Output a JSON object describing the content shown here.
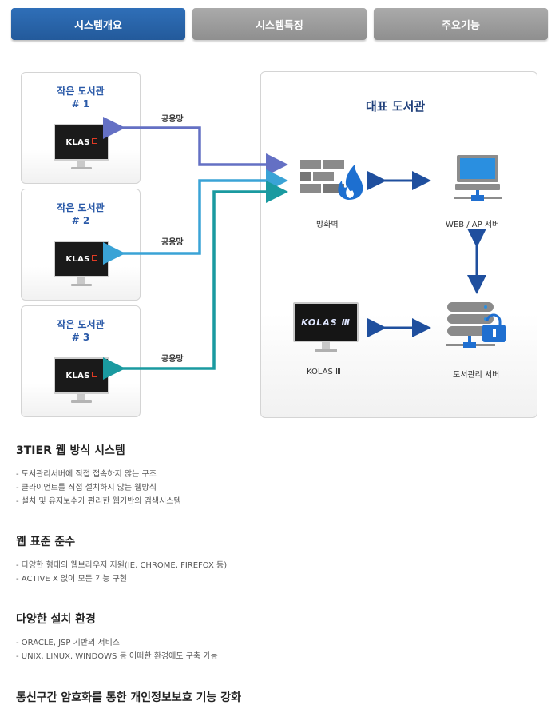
{
  "tabs": [
    {
      "label": "시스템개요",
      "active": true
    },
    {
      "label": "시스템특징",
      "active": false
    },
    {
      "label": "주요기능",
      "active": false
    }
  ],
  "diagram": {
    "small_libraries": [
      {
        "title": "작은 도서관",
        "number": "# 1",
        "screen": "KLAS",
        "network": "공용망"
      },
      {
        "title": "작은 도서관",
        "number": "# 2",
        "screen": "KLAS",
        "network": "공용망"
      },
      {
        "title": "작은 도서관",
        "number": "# 3",
        "screen": "KLAS",
        "network": "공용망"
      }
    ],
    "main_library": {
      "title": "대표 도서관",
      "firewall": "방화벽",
      "web_server": "WEB / AP 서버",
      "kolas": "KOLAS Ⅲ",
      "kolas_screen": "KOLAS Ⅲ",
      "db_server": "도서관리 서버"
    },
    "colors": {
      "line1": "#6470c4",
      "line2": "#3aa3d6",
      "line3": "#1a9aa0",
      "accent": "#1f4f9e"
    }
  },
  "sections": [
    {
      "title": "3TIER 웹 방식 시스템",
      "items": [
        "- 도서관리서버에 직접 접속하지 않는 구조",
        "- 클라이언트를 직접 설치하지 않는 웹방식",
        "- 설치 및 유지보수가 편리한 웹기반의 검색시스템"
      ]
    },
    {
      "title": "웹 표준 준수",
      "items": [
        "- 다양한 형태의 웹브라우저 지원(IE, CHROME, FIREFOX 등)",
        "- ACTIVE X 없이 모든 기능 구현"
      ]
    },
    {
      "title": "다양한 설치 환경",
      "items": [
        "- ORACLE, JSP 기반의 서비스",
        "- UNIX, LINUX, WINDOWS 등 어떠한 환경에도 구축 가능"
      ]
    },
    {
      "title": "통신구간 암호화를 통한 개인정보보호 기능 강화",
      "items": []
    }
  ]
}
